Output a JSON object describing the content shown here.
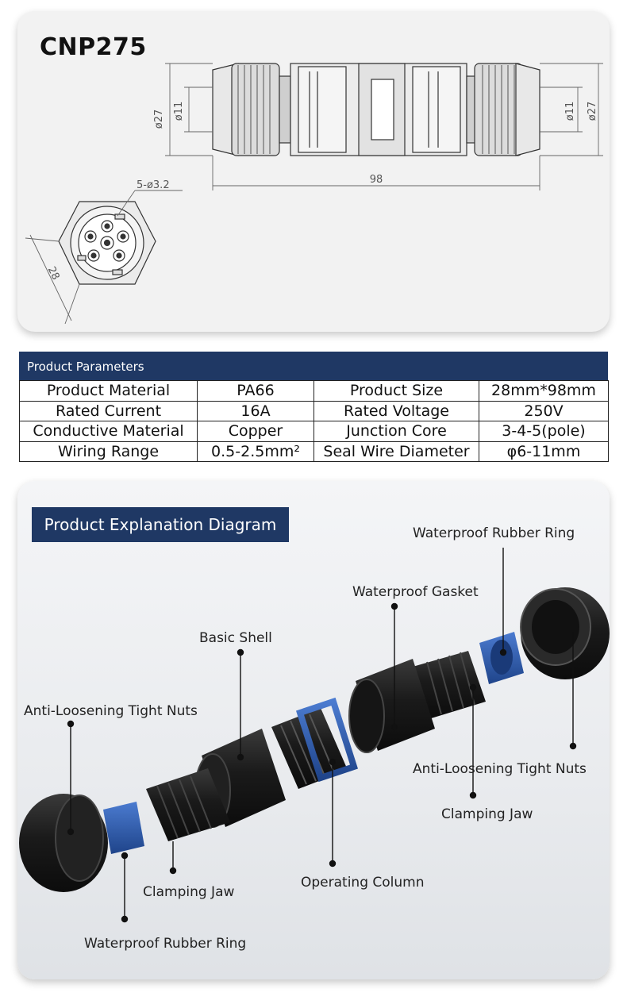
{
  "model": "CNP275",
  "drawing": {
    "dim_diameter_outer": "ø27",
    "dim_diameter_inner": "ø11",
    "dim_length": "98",
    "dim_holes": "5-ø3.2",
    "dim_width": "28"
  },
  "parameters": {
    "header": "Product Parameters",
    "rows": [
      [
        "Product Material",
        "PA66",
        "Product Size",
        "28mm*98mm"
      ],
      [
        "Rated Current",
        "16A",
        "Rated Voltage",
        "250V"
      ],
      [
        "Conductive Material",
        "Copper",
        "Junction Core",
        "3-4-5(pole)"
      ],
      [
        "Wiring Range",
        "0.5-2.5mm²",
        "Seal Wire Diameter",
        "φ6-11mm"
      ]
    ]
  },
  "explanation": {
    "title": "Product Explanation Diagram",
    "labels": {
      "rubber_ring_top": "Waterproof Rubber Ring",
      "gasket": "Waterproof Gasket",
      "basic_shell": "Basic Shell",
      "tight_nuts_left": "Anti-Loosening Tight Nuts",
      "tight_nuts_right": "Anti-Loosening Tight Nuts",
      "clamping_jaw_right": "Clamping Jaw",
      "operating_column": "Operating Column",
      "clamping_jaw_left": "Clamping Jaw",
      "rubber_ring_bottom": "Waterproof Rubber Ring"
    }
  },
  "colors": {
    "accent": "#1f3864",
    "seal_blue": "#2f5fb0",
    "part_black": "#1c1c1c"
  }
}
